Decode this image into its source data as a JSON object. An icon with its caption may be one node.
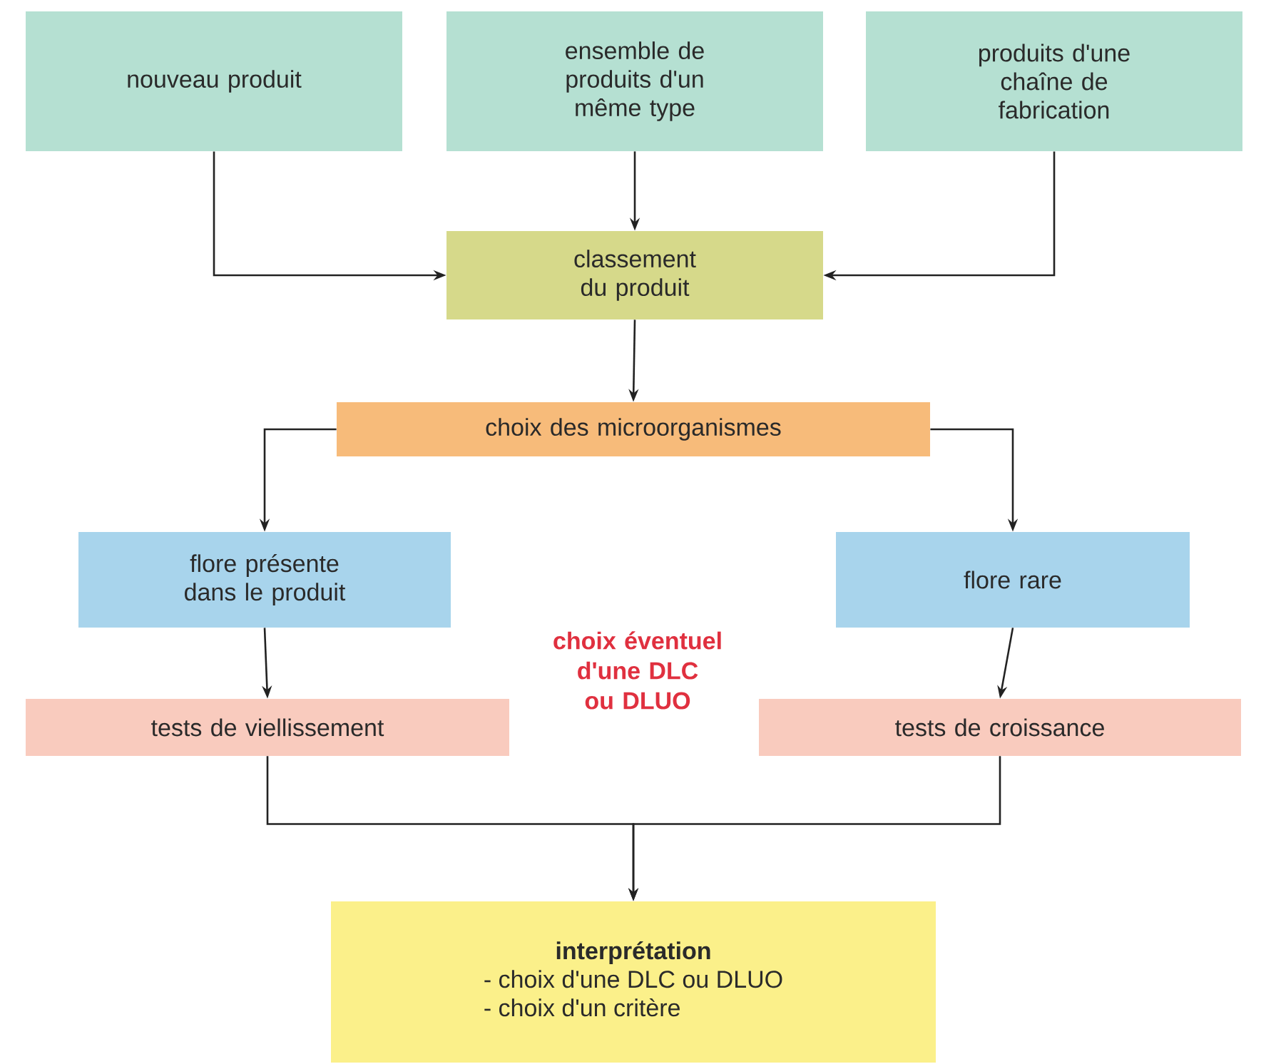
{
  "diagram": {
    "nodes": [
      {
        "text": [
          "nouveau produit"
        ]
      },
      {
        "text": [
          "ensemble de produits d'un même type"
        ]
      },
      {
        "text": [
          "produits d'une chaîne de fabrication"
        ]
      },
      {
        "text": [
          "classement du produit"
        ]
      },
      {
        "text": [
          "choix des microorganismes"
        ]
      },
      {
        "text": [
          "flore présente dans le produit"
        ]
      },
      {
        "text": [
          "flore rare"
        ]
      },
      {
        "text": [
          "tests de viellissement"
        ]
      },
      {
        "text": [
          "tests de croissance"
        ]
      },
      {
        "text": [
          "interprétation",
          "- choix d'une DLC ou DLUO",
          "- choix d'un critère"
        ]
      }
    ],
    "edges": [
      {
        "from": 0,
        "to": 3,
        "arrow": "to"
      },
      {
        "from": 1,
        "to": 3,
        "arrow": "to"
      },
      {
        "from": 2,
        "to": 3,
        "arrow": "to"
      },
      {
        "from": 3,
        "to": 4,
        "arrow": "to"
      },
      {
        "from": 4,
        "to": 5,
        "arrow": "to"
      },
      {
        "from": 4,
        "to": 6,
        "arrow": "to"
      },
      {
        "from": 5,
        "to": 7,
        "arrow": "to"
      },
      {
        "from": 6,
        "to": 8,
        "arrow": "to"
      },
      {
        "from": 7,
        "to": 9,
        "arrow": "to"
      },
      {
        "from": 8,
        "to": 9,
        "arrow": "to"
      }
    ],
    "labels": [
      "choix éventuel d'une DLC ou DLUO"
    ]
  }
}
